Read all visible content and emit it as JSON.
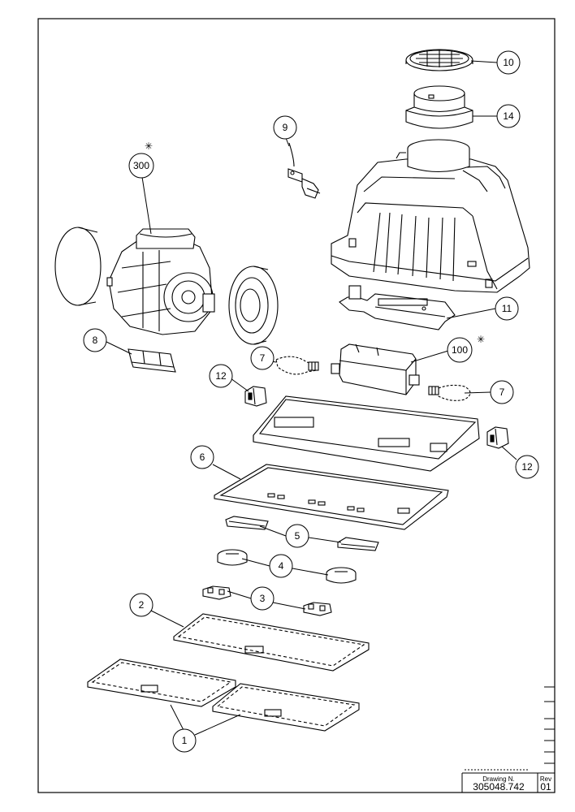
{
  "callouts": {
    "c10": "10",
    "c14": "14",
    "c9": "9",
    "c300": "300",
    "c11": "11",
    "c8": "8",
    "c100": "100",
    "c7a": "7",
    "c7b": "7",
    "c12a": "12",
    "c12b": "12",
    "c6": "6",
    "c5": "5",
    "c4": "4",
    "c3": "3",
    "c2": "2",
    "c1": "1"
  },
  "markers": {
    "spare_symbol": "✳"
  },
  "title_block": {
    "drawing_label": "Drawing N.",
    "drawing_number": "305048.742",
    "rev_label": "Rev",
    "rev_value": "01"
  }
}
